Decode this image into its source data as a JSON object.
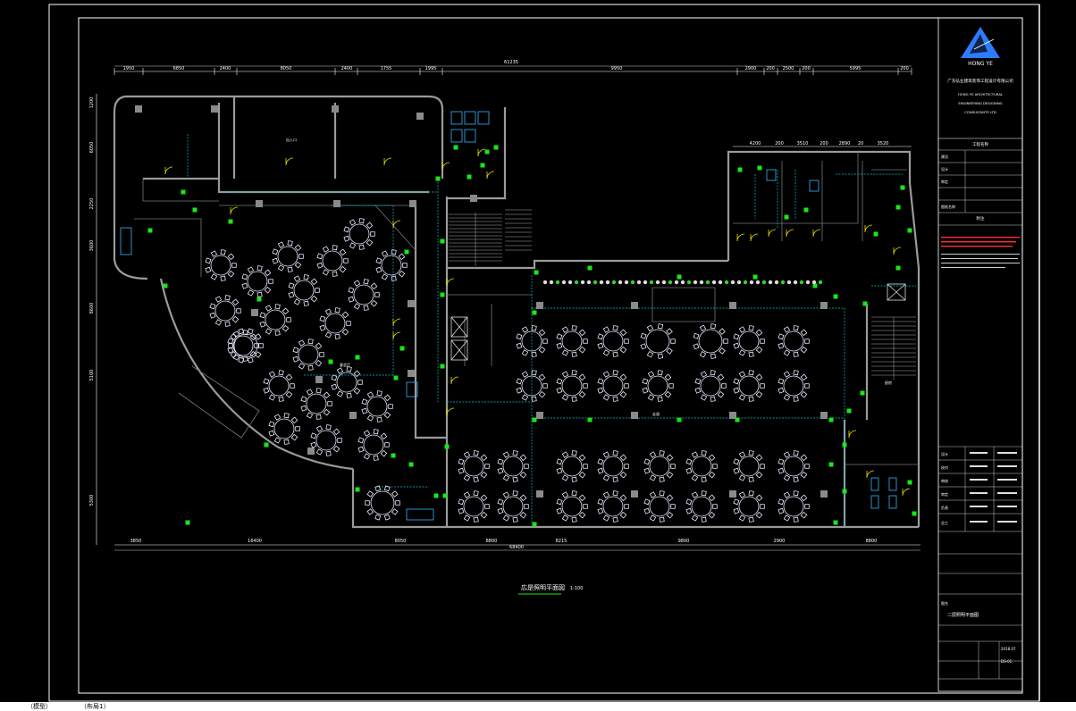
{
  "drawing": {
    "title": "広是照明平面図",
    "scale": "1:100",
    "dims_top": [
      "1950",
      "6850",
      "2400",
      "8050",
      "2400",
      "1755",
      "1995",
      "61235",
      "9950",
      "2900",
      "200",
      "2500",
      "200",
      "5995",
      "200"
    ],
    "dims_bottom": [
      "3850",
      "16400",
      "8050",
      "8800",
      "8215",
      "9800",
      "2900",
      "8800"
    ],
    "dims_total_bottom": "68400",
    "dims_left": [
      "1200",
      "6050",
      "2250",
      "3600",
      "8600",
      "5100",
      "5300"
    ],
    "dims_right_block": [
      "4200",
      "200",
      "3510",
      "200",
      "2890",
      "20",
      "3520"
    ],
    "labels": {
      "lobby": "出入口",
      "banquet": "宴会厅",
      "corridor": "走道",
      "kitchen": "厨房"
    }
  },
  "titleblock": {
    "logo_text": "HONG YE",
    "company_cn": "广东弘业建筑装饰工程设计有限公司",
    "company_en1": "HONG YE ARCHITECTURAL",
    "company_en2": "ENGINEERING DESIGNING",
    "company_en3": "CONSULTANTS LTD",
    "section_project": "工程名称",
    "rows": [
      "建设",
      "设计",
      "审定",
      "图纸名称"
    ],
    "notes_header": "附注",
    "sign_rows": [
      "设计",
      "校对",
      "审核",
      "审定",
      "负责",
      "总工"
    ],
    "drawing_name_label": "图名",
    "drawing_name": "二层照明平面图",
    "date": "2018.07",
    "sheet": "DS-01"
  },
  "tabs": [
    "（模型）",
    "（布局1）"
  ]
}
